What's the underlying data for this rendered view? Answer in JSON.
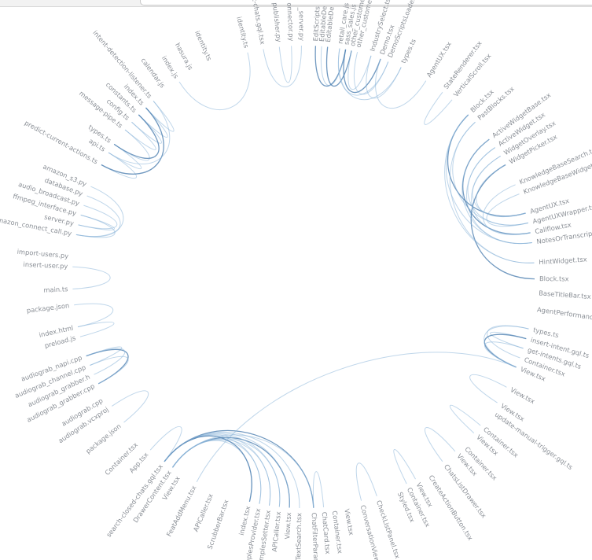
{
  "diagram": {
    "type": "hierarchical-edge-bundling",
    "colors": {
      "edge": "#8ab4d8",
      "edge_highlight": "#4d7fb0",
      "label": "#8a8f96"
    },
    "leaves": [
      {
        "label": "identity.ts",
        "angle": -104
      },
      {
        "label": "t-chats.gql.tsx",
        "angle": -100
      },
      {
        "label": "publisher.py",
        "angle": -96
      },
      {
        "label": "onnector.py",
        "angle": -93
      },
      {
        "label": "_server.py",
        "angle": -90.5
      },
      {
        "label": "EditScripts",
        "angle": -87
      },
      {
        "label": "EditableDe",
        "angle": -85.5
      },
      {
        "label": "EditableDe",
        "angle": -84
      },
      {
        "label": "retail_care.js",
        "angle": -81
      },
      {
        "label": "sass_sales.js",
        "angle": -79.5
      },
      {
        "label": "other_custome",
        "angle": -78
      },
      {
        "label": "other_customer",
        "angle": -76.5
      },
      {
        "label": "IndustrySelect.tsx",
        "angle": -73
      },
      {
        "label": "Demo.tsx",
        "angle": -70.5
      },
      {
        "label": "DemoScriptsLoader.ts",
        "angle": -68.5
      },
      {
        "label": "types.ts",
        "angle": -65
      },
      {
        "label": "AgentUX.tsx",
        "angle": -58
      },
      {
        "label": "StateRenderer.tsx",
        "angle": -53
      },
      {
        "label": "VerticalScroll.tsx",
        "angle": -50
      },
      {
        "label": "Block.tsx",
        "angle": -44.5
      },
      {
        "label": "PastBlocks.tsx",
        "angle": -42
      },
      {
        "label": "ActiveWidgetBase.tsx",
        "angle": -36.5
      },
      {
        "label": "ActiveWidget.tsx",
        "angle": -34
      },
      {
        "label": "WidgetOverlay.tsx",
        "angle": -31.5
      },
      {
        "label": "WidgetPicker.tsx",
        "angle": -29
      },
      {
        "label": "KnowledgeBaseSearch.tsx",
        "angle": -23.5
      },
      {
        "label": "KnowledgeBaseWidget.tsx",
        "angle": -21
      },
      {
        "label": "AgentUX.tsx",
        "angle": -16
      },
      {
        "label": "AgentUXWrapper.tsx",
        "angle": -13.5
      },
      {
        "label": "Callflow.tsx",
        "angle": -11
      },
      {
        "label": "NotesOrTranscript.tsx",
        "angle": -8.5
      },
      {
        "label": "HintWidget.tsx",
        "angle": -3.5
      },
      {
        "label": "Block.tsx",
        "angle": 0.5
      },
      {
        "label": "BaseTitleBar.tsx",
        "angle": 4
      },
      {
        "label": "AgentPerformanceMe",
        "angle": 8
      },
      {
        "label": "types.ts",
        "angle": 13
      },
      {
        "label": "insert-intent.gql.ts",
        "angle": 15.5
      },
      {
        "label": "get-intents.gql.ts",
        "angle": 18
      },
      {
        "label": "Container.tsx",
        "angle": 20.5
      },
      {
        "label": "View.tsx",
        "angle": 23
      },
      {
        "label": "View.tsx",
        "angle": 28.5
      },
      {
        "label": "View.tsx",
        "angle": 33
      },
      {
        "label": "update-manual-trigger.gql.ts",
        "angle": 35.5
      },
      {
        "label": "Container.tsx",
        "angle": 40
      },
      {
        "label": "View.tsx",
        "angle": 42.5
      },
      {
        "label": "Container.tsx",
        "angle": 46.5
      },
      {
        "label": "View.tsx",
        "angle": 49
      },
      {
        "label": "ChatsListDrawer.tsx",
        "angle": 53
      },
      {
        "label": "CreateActionButton.tsx",
        "angle": 57.5
      },
      {
        "label": "View.tsx",
        "angle": 61
      },
      {
        "label": "Container.tsx",
        "angle": 63.5
      },
      {
        "label": "Styled.tsx",
        "angle": 66
      },
      {
        "label": "CheckListPanel.tsx",
        "angle": 71.5
      },
      {
        "label": "ConversationView.tsx",
        "angle": 75.5
      },
      {
        "label": "View.tsx",
        "angle": 79.5
      },
      {
        "label": "Container.tsx",
        "angle": 82.5
      },
      {
        "label": "ChatCard.tsx",
        "angle": 85
      },
      {
        "label": "ChatFilterParamet",
        "angle": 87.5
      },
      {
        "label": "FullTextSearch.tsx",
        "angle": 91
      },
      {
        "label": "View.tsx",
        "angle": 93.5
      },
      {
        "label": "APICaller.tsx",
        "angle": 96
      },
      {
        "label": "ExamplesSetter.tsx",
        "angle": 98.5
      },
      {
        "label": "ExamplesProvider.tsx",
        "angle": 101
      },
      {
        "label": "index.tsx",
        "angle": 103.5
      },
      {
        "label": "ScrubberBar.tsx",
        "angle": 109
      },
      {
        "label": "APICaller.tsx",
        "angle": 113
      },
      {
        "label": "FeatAddMenu.tsx",
        "angle": 117.5
      },
      {
        "label": "View.tsx",
        "angle": 122
      },
      {
        "label": "DrawerContent.tsx",
        "angle": 124.5
      },
      {
        "label": "search-closed-chats.gql.tsx",
        "angle": 127
      },
      {
        "label": "App.tsx",
        "angle": 131.5
      },
      {
        "label": "Container.tsx",
        "angle": 135
      },
      {
        "label": "package.json",
        "angle": 141
      },
      {
        "label": "audiograb.vcxproj",
        "angle": 146
      },
      {
        "label": "audiograb.cpp",
        "angle": 148.5
      },
      {
        "label": "audiograb_grabber.cpp",
        "angle": 152.5
      },
      {
        "label": "audiograb_grabber.h",
        "angle": 155
      },
      {
        "label": "audiograb_channel.cpp",
        "angle": 157.5
      },
      {
        "label": "audiograb_napi.cpp",
        "angle": 160
      },
      {
        "label": "preload.js",
        "angle": 165
      },
      {
        "label": "index.html",
        "angle": 167.5
      },
      {
        "label": "package.json",
        "angle": 173
      },
      {
        "label": "main.ts",
        "angle": 177
      },
      {
        "label": "insert-user.py",
        "angle": 182.5
      },
      {
        "label": "import-users.py",
        "angle": 185
      },
      {
        "label": "amazon_connect_call.py",
        "angle": 190.5
      },
      {
        "label": "server.py",
        "angle": 193
      },
      {
        "label": "ffmpeg_interface.py",
        "angle": 195.5
      },
      {
        "label": "audio_broadcast.py",
        "angle": 198
      },
      {
        "label": "database.py",
        "angle": 200.5
      },
      {
        "label": "amazon_s3.py",
        "angle": 203
      },
      {
        "label": "predict-current-actions.ts",
        "angle": 209
      },
      {
        "label": "api.ts",
        "angle": 212.5
      },
      {
        "label": "types.ts",
        "angle": 215
      },
      {
        "label": "message-pipe.ts",
        "angle": 219.5
      },
      {
        "label": "config.ts",
        "angle": 222
      },
      {
        "label": "constants.ts",
        "angle": 224.5
      },
      {
        "label": "index.ts",
        "angle": 227
      },
      {
        "label": "intent-detection-listener.ts",
        "angle": 229.5
      },
      {
        "label": "calendar.js",
        "angle": 233.5
      },
      {
        "label": "index.js",
        "angle": 237.5
      },
      {
        "label": "hasura.js",
        "angle": 241.5
      },
      {
        "label": "identity.ts",
        "angle": 246.5
      }
    ],
    "edges": [
      [
        5,
        9
      ],
      [
        6,
        9
      ],
      [
        7,
        10
      ],
      [
        8,
        14
      ],
      [
        9,
        13
      ],
      [
        10,
        12
      ],
      [
        11,
        14
      ],
      [
        12,
        15
      ],
      [
        13,
        16
      ],
      [
        8,
        15
      ],
      [
        19,
        27
      ],
      [
        19,
        31
      ],
      [
        20,
        28
      ],
      [
        21,
        29
      ],
      [
        22,
        30
      ],
      [
        23,
        27
      ],
      [
        24,
        32
      ],
      [
        25,
        29
      ],
      [
        26,
        28
      ],
      [
        20,
        31
      ],
      [
        21,
        30
      ],
      [
        22,
        28
      ],
      [
        19,
        30
      ],
      [
        23,
        29
      ],
      [
        24,
        27
      ],
      [
        35,
        38
      ],
      [
        36,
        37
      ],
      [
        36,
        39
      ],
      [
        37,
        39
      ],
      [
        35,
        39
      ],
      [
        59,
        68
      ],
      [
        60,
        68
      ],
      [
        61,
        68
      ],
      [
        62,
        68
      ],
      [
        63,
        68
      ],
      [
        59,
        69
      ],
      [
        60,
        69
      ],
      [
        61,
        69
      ],
      [
        62,
        69
      ],
      [
        63,
        69
      ],
      [
        57,
        69
      ],
      [
        57,
        68
      ],
      [
        58,
        69
      ],
      [
        78,
        77
      ],
      [
        78,
        75
      ],
      [
        77,
        75
      ],
      [
        76,
        78
      ],
      [
        72,
        73
      ],
      [
        91,
        92
      ],
      [
        92,
        93
      ],
      [
        93,
        94
      ],
      [
        94,
        95
      ],
      [
        95,
        96
      ],
      [
        96,
        97
      ],
      [
        97,
        98
      ],
      [
        91,
        97
      ],
      [
        92,
        98
      ],
      [
        93,
        96
      ],
      [
        90,
        85
      ],
      [
        89,
        85
      ],
      [
        88,
        86
      ],
      [
        87,
        86
      ],
      [
        85,
        87
      ],
      [
        83,
        82
      ],
      [
        81,
        80
      ],
      [
        79,
        80
      ],
      [
        1,
        4
      ],
      [
        0,
        100
      ],
      [
        2,
        3
      ],
      [
        39,
        66
      ],
      [
        40,
        41
      ],
      [
        43,
        44
      ],
      [
        46,
        47
      ],
      [
        49,
        50
      ],
      [
        52,
        53
      ],
      [
        70,
        69
      ],
      [
        17,
        18
      ],
      [
        56,
        57
      ]
    ],
    "highlight_edges": [
      [
        5,
        9
      ],
      [
        7,
        10
      ],
      [
        9,
        13
      ],
      [
        19,
        27
      ],
      [
        24,
        32
      ],
      [
        21,
        29
      ],
      [
        59,
        68
      ],
      [
        63,
        69
      ],
      [
        57,
        69
      ],
      [
        78,
        75
      ],
      [
        91,
        97
      ],
      [
        93,
        96
      ],
      [
        36,
        39
      ]
    ]
  }
}
